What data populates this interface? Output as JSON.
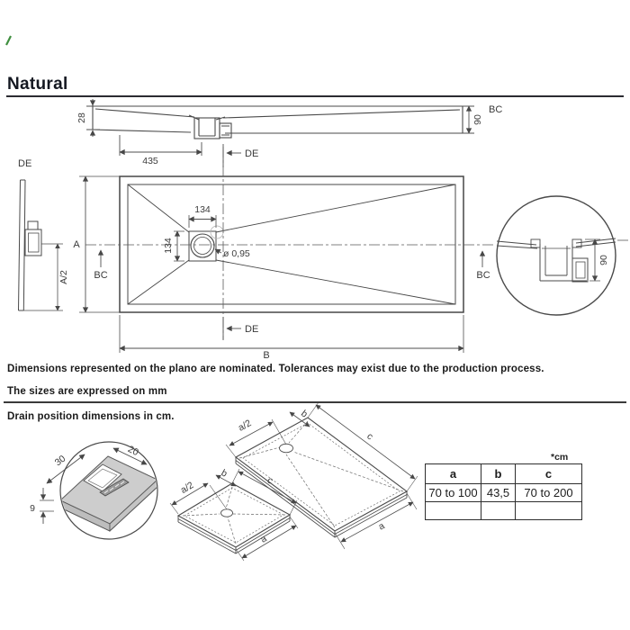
{
  "title": "Natural",
  "accent_green": "#3f8f3f",
  "notes": {
    "tolerance": "Dimensions represented on the plano are nominated. Tolerances may exist due to the production process.",
    "units": "The sizes are expressed on mm",
    "drain": "Drain position dimensions in cm."
  },
  "top_view": {
    "dim_edge": "28",
    "dim_drain_offset": "435",
    "dim_height": "90",
    "label_bc": "BC"
  },
  "side_view": {
    "label_de": "DE",
    "dim_half": "A/2"
  },
  "plan_view": {
    "label_a": "A",
    "label_b": "B",
    "label_bc": "BC",
    "label_de": "DE",
    "dim_134": "134",
    "dim_hole": "ø 0,95"
  },
  "detail_view": {
    "dim_height": "90"
  },
  "corner_detail": {
    "dim_30": "30",
    "dim_20": "20",
    "dim_9": "9"
  },
  "iso": {
    "half_a": "a/2",
    "b": "b",
    "c": "c",
    "a": "a"
  },
  "size_table": {
    "unit_note": "*cm",
    "headers": [
      "a",
      "b",
      "c"
    ],
    "rows": [
      [
        "70 to 100",
        "43,5",
        "70 to 200"
      ],
      [
        "",
        "",
        ""
      ]
    ]
  }
}
